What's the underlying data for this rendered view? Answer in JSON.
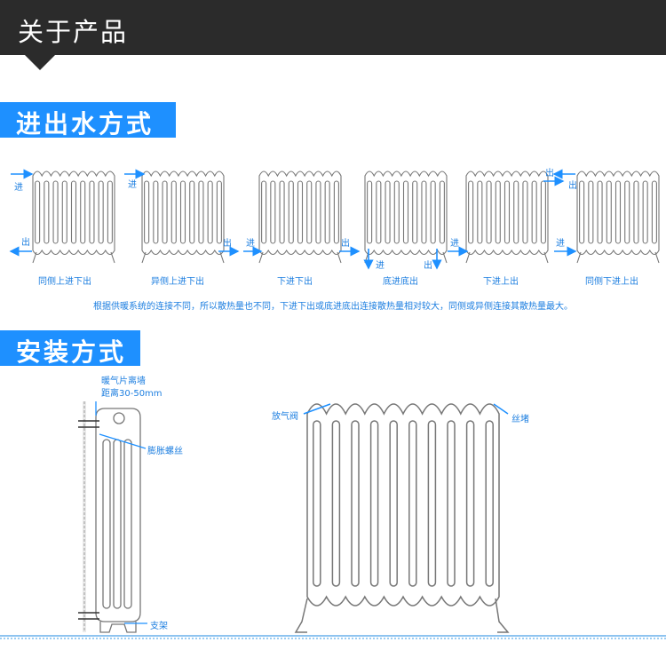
{
  "header": {
    "title": "关于产品"
  },
  "section1": {
    "title": "进出水方式",
    "variants": [
      {
        "caption": "同侧上进下出",
        "in_label": "进",
        "out_label": "出"
      },
      {
        "caption": "异侧上进下出",
        "in_label": "进",
        "out_label": "出"
      },
      {
        "caption": "下进下出",
        "in_label": "进",
        "out_label": "出"
      },
      {
        "caption": "底进底出",
        "in_label": "进",
        "out_label": "出"
      },
      {
        "caption": "下进上出",
        "in_label": "进",
        "out_label": "出"
      },
      {
        "caption": "同侧下进上出",
        "in_label": "进",
        "out_label": "出"
      }
    ],
    "note": "根据供暖系统的连接不同，所以散热量也不同，下进下出或底进底出连接散热量相对较大，同侧或异侧连接其散热量最大。"
  },
  "section2": {
    "title": "安装方式",
    "labels": {
      "wall_distance_line1": "暖气片离墙",
      "wall_distance_line2": "距离30-50mm",
      "expansion_screw": "膨胀螺丝",
      "bracket": "支架",
      "vent_valve": "放气阀",
      "plug": "丝堵"
    }
  },
  "colors": {
    "accent": "#1e90ff",
    "label_blue": "#1e7fe0",
    "header_bg": "#2b2b2b",
    "outline": "#777777"
  }
}
